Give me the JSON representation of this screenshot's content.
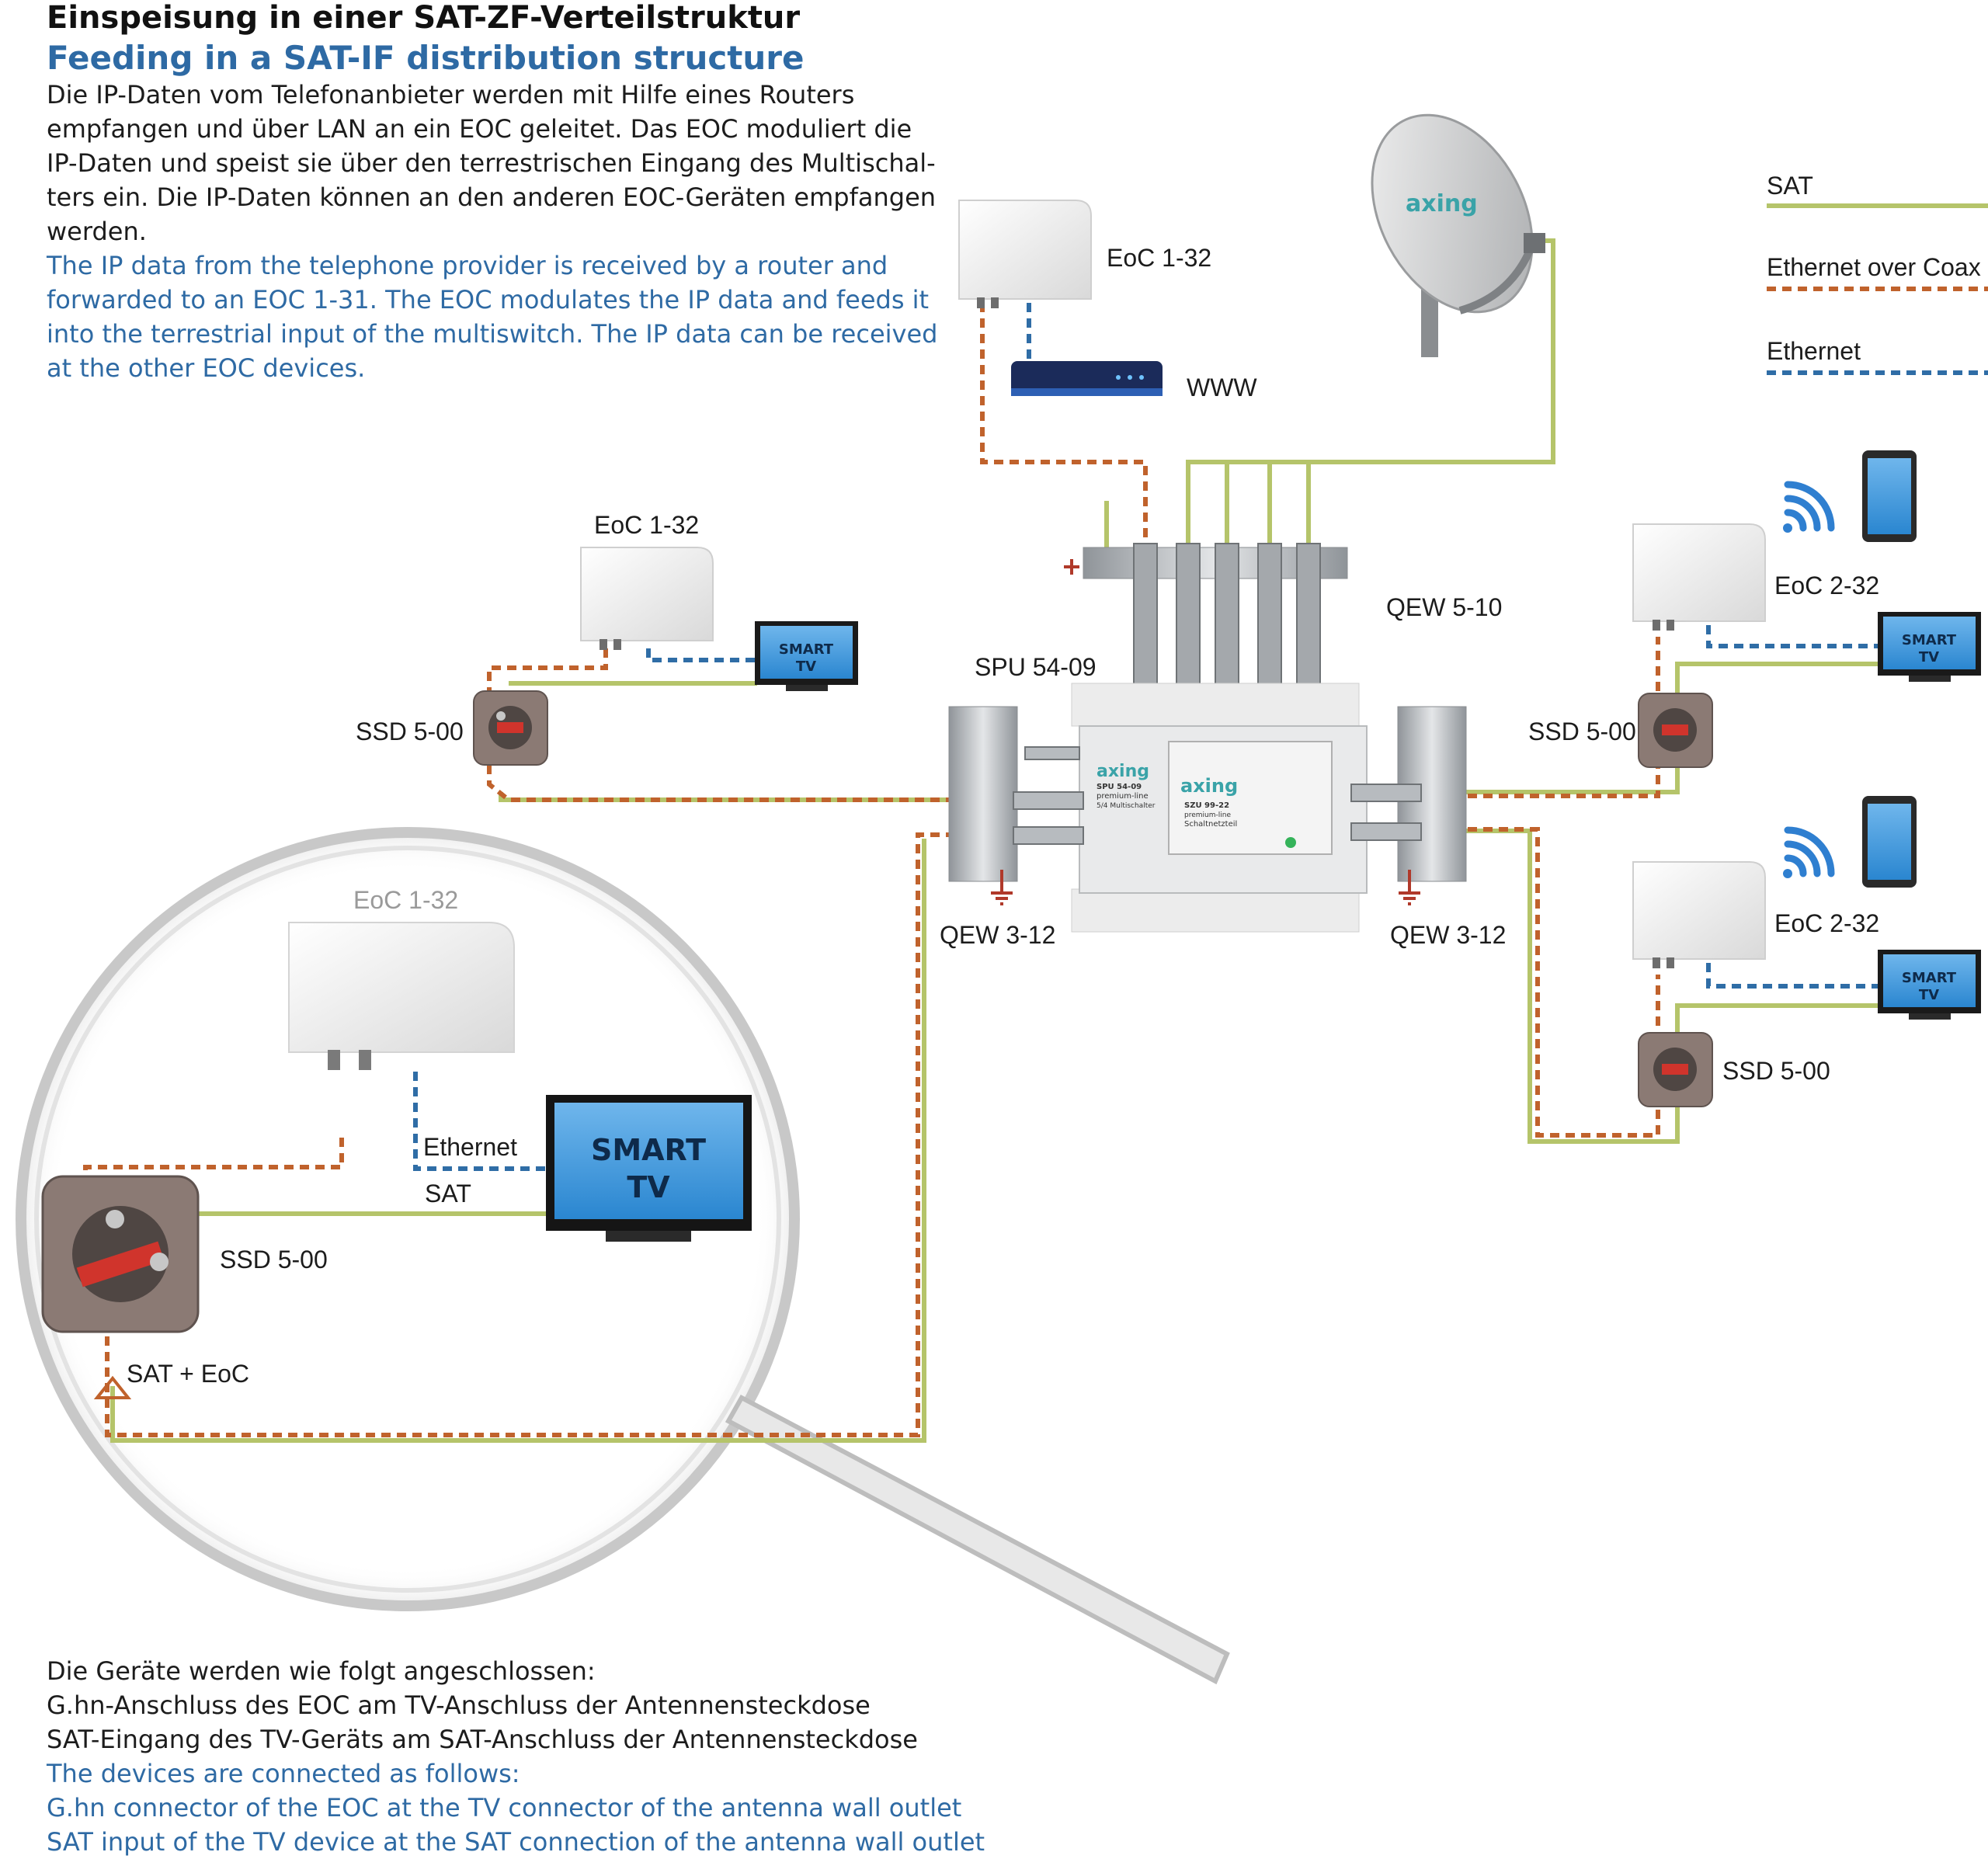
{
  "header": {
    "title_de": "Einspeisung in einer SAT-ZF-Verteilstruktur",
    "title_en": "Feeding in a SAT-IF distribution structure"
  },
  "intro": {
    "de_lines": [
      "Die IP-Daten vom Telefonanbieter werden mit Hilfe eines Routers",
      "empfangen und über LAN an ein EOC geleitet. Das EOC moduliert die",
      "IP-Daten und speist sie über den terrestrischen Eingang des Multischal-",
      "ters ein. Die IP-Daten können an den anderen EOC-Geräten empfangen",
      "werden."
    ],
    "en_lines": [
      "The IP data from the telephone provider is received by a router and",
      "forwarded to an EOC 1-31.  The EOC modulates the IP data and feeds it",
      "into the terrestrial input of the multiswitch. The IP data can be received",
      "at the other EOC devices."
    ]
  },
  "legend": {
    "sat": "SAT",
    "eoc": "Ethernet over Coax",
    "ethernet": "Ethernet"
  },
  "colors": {
    "sat": "#b5c46a",
    "eoc": "#c0622c",
    "ethernet": "#2f6da6",
    "accent_blue": "#2e6aa4"
  },
  "labels": {
    "eoc_top": "EoC 1-32",
    "www": "WWW",
    "eoc_left": "EoC 1-32",
    "smart_tv_line1": "SMART",
    "smart_tv_line2": "TV",
    "spu": "SPU 54-09",
    "qew_top": "QEW 5-10",
    "ssd_left": "SSD 5-00",
    "ssd_right_top": "SSD 5-00",
    "ssd_right_bottom": "SSD 5-00",
    "eoc_right_top": "EoC 2-32",
    "eoc_right_bottom": "EoC 2-32",
    "qew_left": "QEW 3-12",
    "qew_right": "QEW 3-12",
    "zoom_eoc": "EoC 1-32",
    "zoom_ethernet": "Ethernet",
    "zoom_sat": "SAT",
    "zoom_ssd": "SSD 5-00",
    "zoom_sat_eoc": "SAT + EoC",
    "brand": "axing",
    "switch_model": "SPU 54-09",
    "switch_line": "premium-line",
    "switch_type": "5/4 Multischalter",
    "psu_model": "SZU 99-22",
    "psu_line": "premium-line",
    "psu_type": "Schaltnetzteil"
  },
  "footer": {
    "de_lines": [
      "Die Geräte werden wie folgt angeschlossen:",
      "G.hn-Anschluss des EOC am TV-Anschluss der Antennensteckdose",
      "SAT-Eingang des TV-Geräts am SAT-Anschluss der Antennensteckdose"
    ],
    "en_lines": [
      "The devices are connected as follows:",
      "G.hn connector of the EOC at the TV connector of the antenna wall outlet",
      "SAT input of the TV device at the SAT connection of the antenna wall outlet"
    ]
  }
}
